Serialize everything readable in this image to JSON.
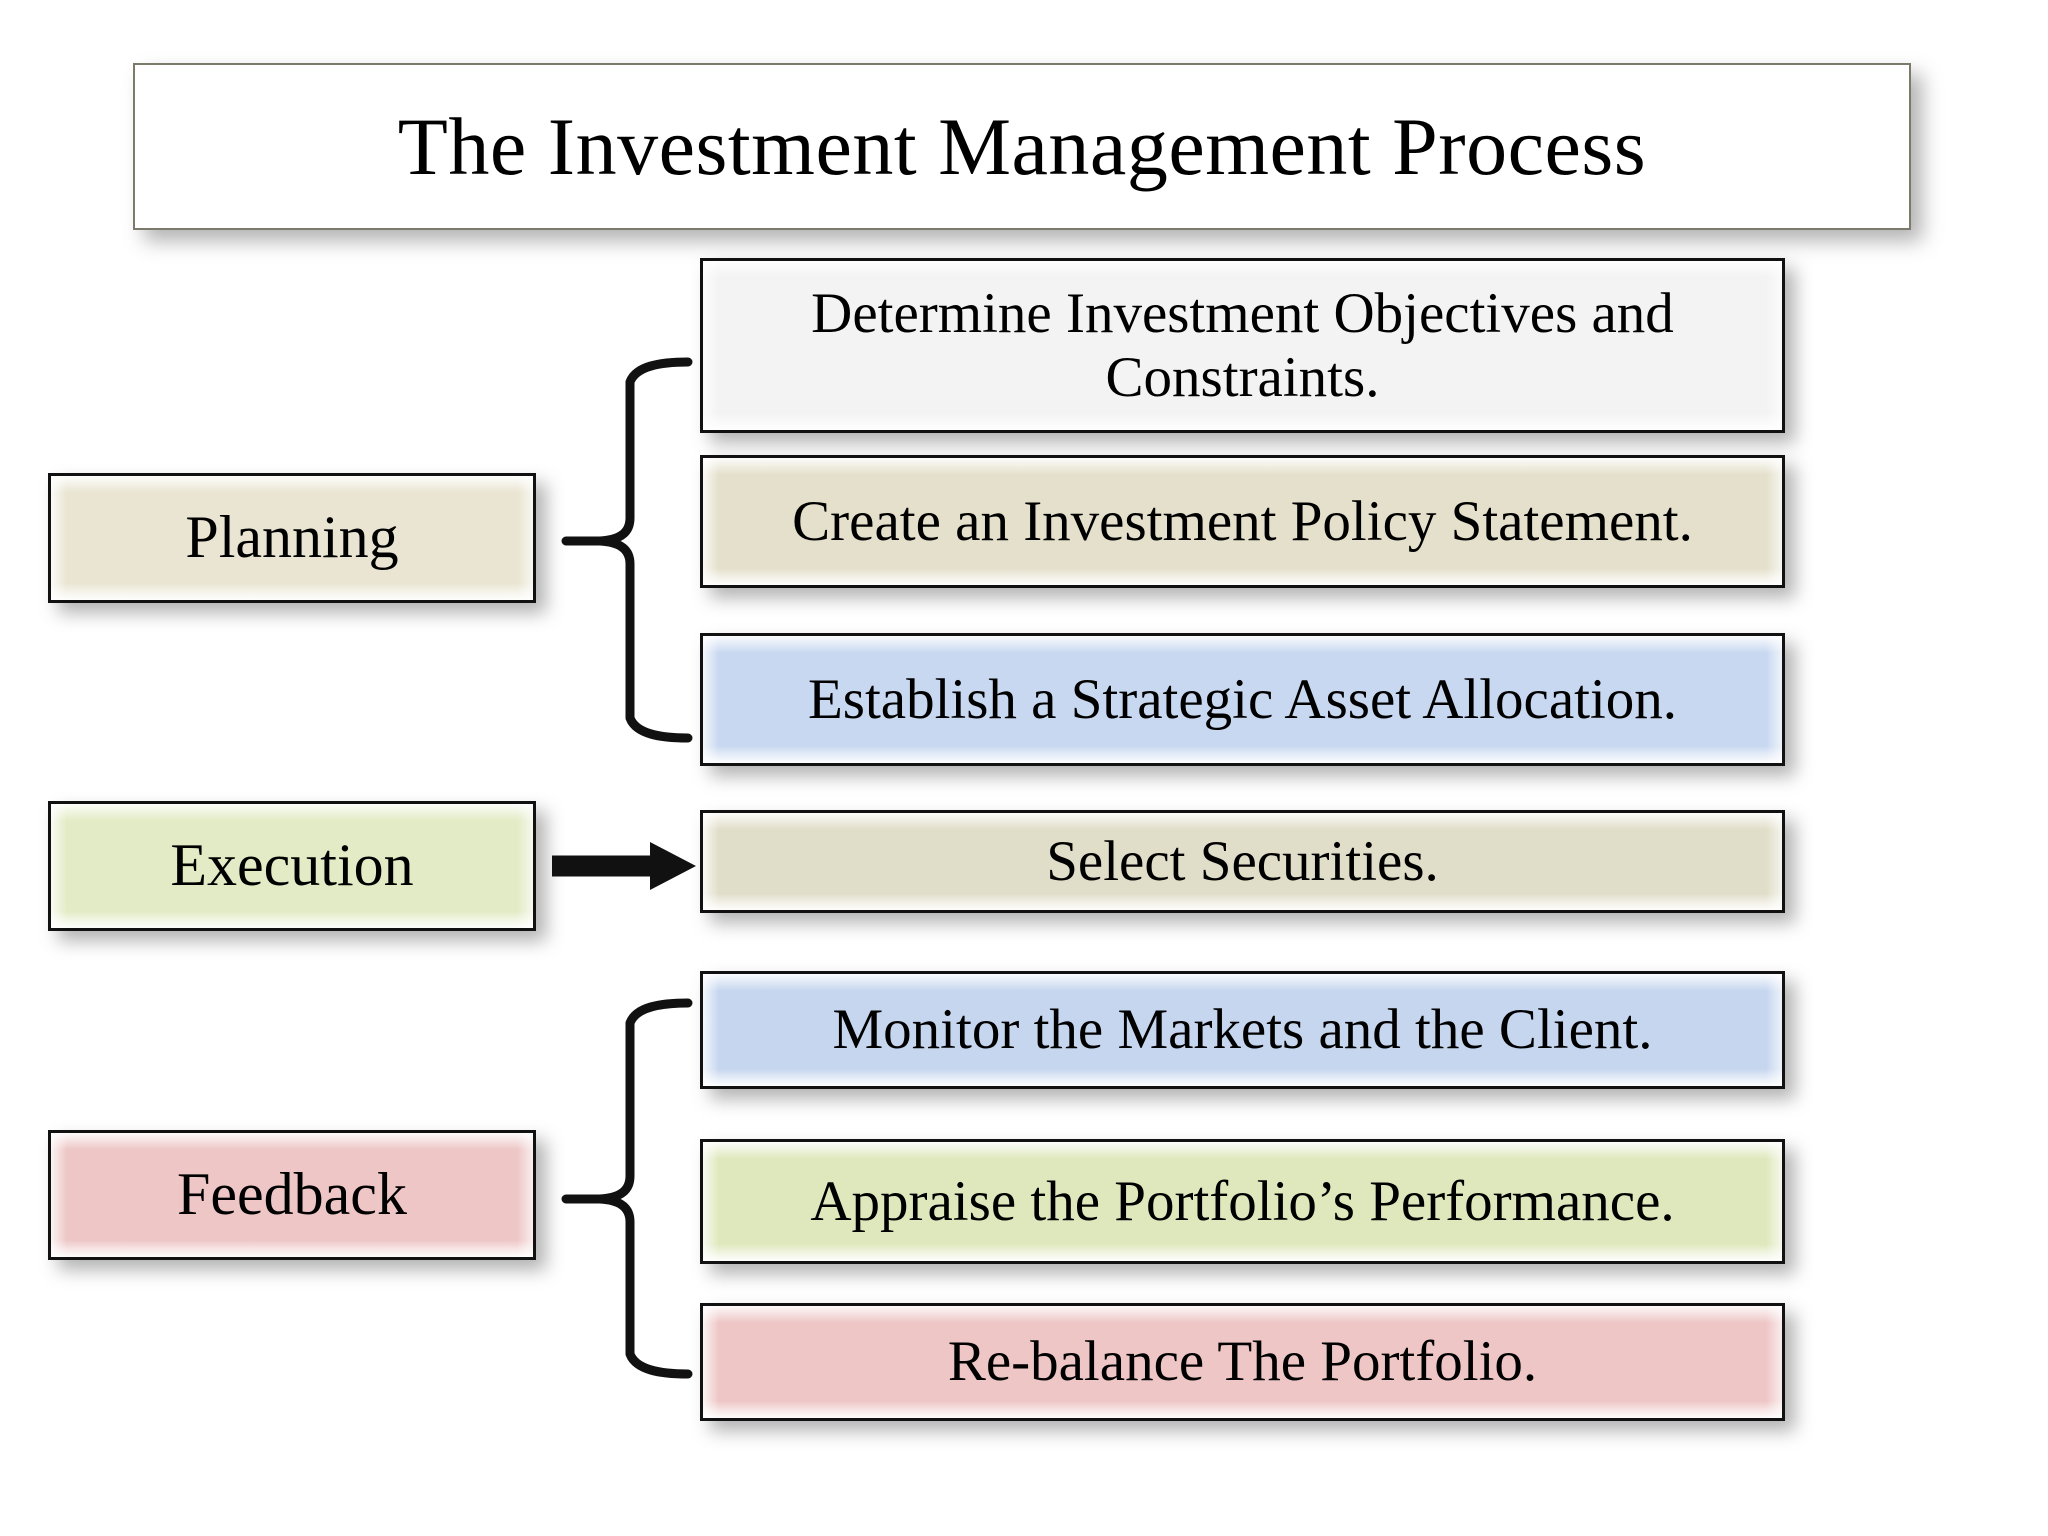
{
  "title": {
    "text": "The Investment Management Process"
  },
  "categories": [
    {
      "id": "planning",
      "label": "Planning",
      "color": "#e9e5d2"
    },
    {
      "id": "execution",
      "label": "Execution",
      "color": "#e2ebc5"
    },
    {
      "id": "feedback",
      "label": "Feedback",
      "color": "#eec6c6"
    }
  ],
  "steps": [
    {
      "id": "step-1",
      "label": "Determine Investment Objectives and Constraints.",
      "color": "#f3f3f3",
      "group": "planning"
    },
    {
      "id": "step-2",
      "label": "Create an Investment Policy Statement.",
      "color": "#e4e0cb",
      "group": "planning"
    },
    {
      "id": "step-3",
      "label": "Establish a Strategic Asset Allocation.",
      "color": "#c8d8f0",
      "group": "planning"
    },
    {
      "id": "step-4",
      "label": "Select Securities.",
      "color": "#e0ddc8",
      "group": "execution"
    },
    {
      "id": "step-5",
      "label": "Monitor the Markets and the Client.",
      "color": "#c6d6ef",
      "group": "feedback"
    },
    {
      "id": "step-6",
      "label": "Appraise the Portfolio’s Performance.",
      "color": "#dfe8bd",
      "group": "feedback"
    },
    {
      "id": "step-7",
      "label": "Re-balance The Portfolio.",
      "color": "#eec6c6",
      "group": "feedback"
    }
  ],
  "connectors": [
    {
      "id": "planning-brace",
      "type": "curly-brace",
      "from": "planning",
      "to": [
        "step-1",
        "step-2",
        "step-3"
      ]
    },
    {
      "id": "execution-arrow",
      "type": "arrow-right",
      "from": "execution",
      "to": [
        "step-4"
      ]
    },
    {
      "id": "feedback-brace",
      "type": "curly-brace",
      "from": "feedback",
      "to": [
        "step-5",
        "step-6",
        "step-7"
      ]
    }
  ],
  "colors": {
    "line": "#111111",
    "background": "#ffffff",
    "text": "#000000",
    "title_border": "#7c7a6b"
  }
}
